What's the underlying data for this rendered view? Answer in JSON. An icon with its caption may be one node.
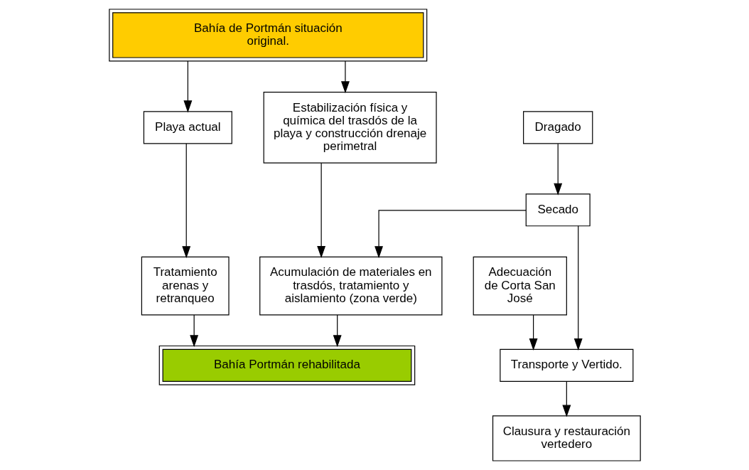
{
  "diagram": {
    "nodes": [
      {
        "text": [
          "Bahía de Portmán situación original."
        ]
      },
      {
        "text": [
          "Playa actual"
        ]
      },
      {
        "text": [
          "Estabilización física y química del trasdós de la playa y construcción drenaje perimetral"
        ]
      },
      {
        "text": [
          "Dragado"
        ]
      },
      {
        "text": [
          "Secado"
        ]
      },
      {
        "text": [
          "Tratamiento arenas y retranqueo"
        ]
      },
      {
        "text": [
          "Acumulación de materiales en trasdós, tratamiento y aislamiento (zona verde)"
        ]
      },
      {
        "text": [
          "Adecuación de Corta San José"
        ]
      },
      {
        "text": [
          "Transporte y Vertido."
        ]
      },
      {
        "text": [
          "Bahía Portmán rehabilitada"
        ]
      },
      {
        "text": [
          "Clausura y restauración vertedero"
        ]
      }
    ],
    "edges": [
      {
        "from": 0,
        "to": 1,
        "arrow": "to"
      },
      {
        "from": 0,
        "to": 2,
        "arrow": "to"
      },
      {
        "from": 3,
        "to": 4,
        "arrow": "to"
      },
      {
        "from": 1,
        "to": 5,
        "arrow": "to"
      },
      {
        "from": 2,
        "to": 6,
        "arrow": "to"
      },
      {
        "from": 4,
        "to": 6,
        "arrow": "to"
      },
      {
        "from": 4,
        "to": 8,
        "arrow": "to"
      },
      {
        "from": 7,
        "to": 8,
        "arrow": "to"
      },
      {
        "from": 5,
        "to": 9,
        "arrow": "to"
      },
      {
        "from": 6,
        "to": 9,
        "arrow": "to"
      },
      {
        "from": 8,
        "to": 10,
        "arrow": "to"
      }
    ]
  }
}
